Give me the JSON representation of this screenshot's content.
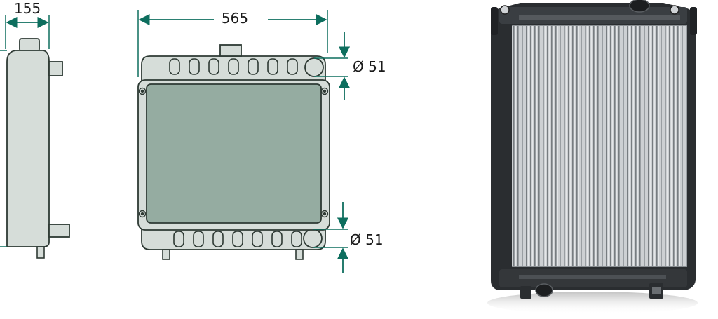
{
  "dimensions": {
    "depth": "155",
    "width": "565",
    "inlet_diameter": "Ø 51",
    "outlet_diameter": "Ø 51"
  },
  "colors": {
    "dimension_line": "#0d6e5e",
    "core_fill": "#95aca1",
    "tank_fill": "#d6ddd9",
    "outline": "#2e3a34",
    "photo_frame": "#2a2d30",
    "photo_fins": "#b9bec2"
  }
}
